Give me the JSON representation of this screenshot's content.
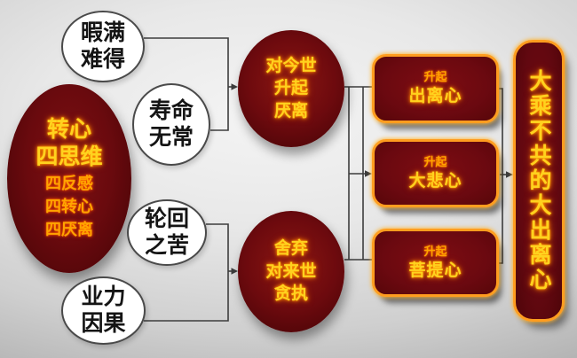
{
  "diagram": {
    "title_semantic": "Four thoughts that turn the mind — flow diagram",
    "main_ellipse": {
      "title_lines": [
        "转心",
        "四思维"
      ],
      "sub_lines": [
        "四反感",
        "四转心",
        "四厌离"
      ]
    },
    "white_ellipses": [
      {
        "lines": [
          "暇满",
          "难得"
        ]
      },
      {
        "lines": [
          "寿命",
          "无常"
        ]
      },
      {
        "lines": [
          "轮回",
          "之苦"
        ]
      },
      {
        "lines": [
          "业力",
          "因果"
        ]
      }
    ],
    "red_circles": [
      {
        "lines": [
          "对今世",
          "升起",
          "厌离"
        ]
      },
      {
        "lines": [
          "舍弃",
          "对来世",
          "贪执"
        ]
      }
    ],
    "boxes": [
      {
        "top": "升起",
        "main": "出离心"
      },
      {
        "top": "升起",
        "main": "大悲心"
      },
      {
        "top": "升起",
        "main": "菩提心"
      }
    ],
    "vertical_bar": {
      "text": "大乘不共的大出离心"
    }
  },
  "colors": {
    "maroon_fill": "#6d0a0f",
    "gold_text": "#ffd21e",
    "orange_sub_text": "#ffa400",
    "gold_border": "#ff9d1f",
    "connector_line": "#3d3d3d",
    "white_ellipse_fill": "#ffffff",
    "black_text": "#141414",
    "background_gray": "#c9c9c9"
  }
}
